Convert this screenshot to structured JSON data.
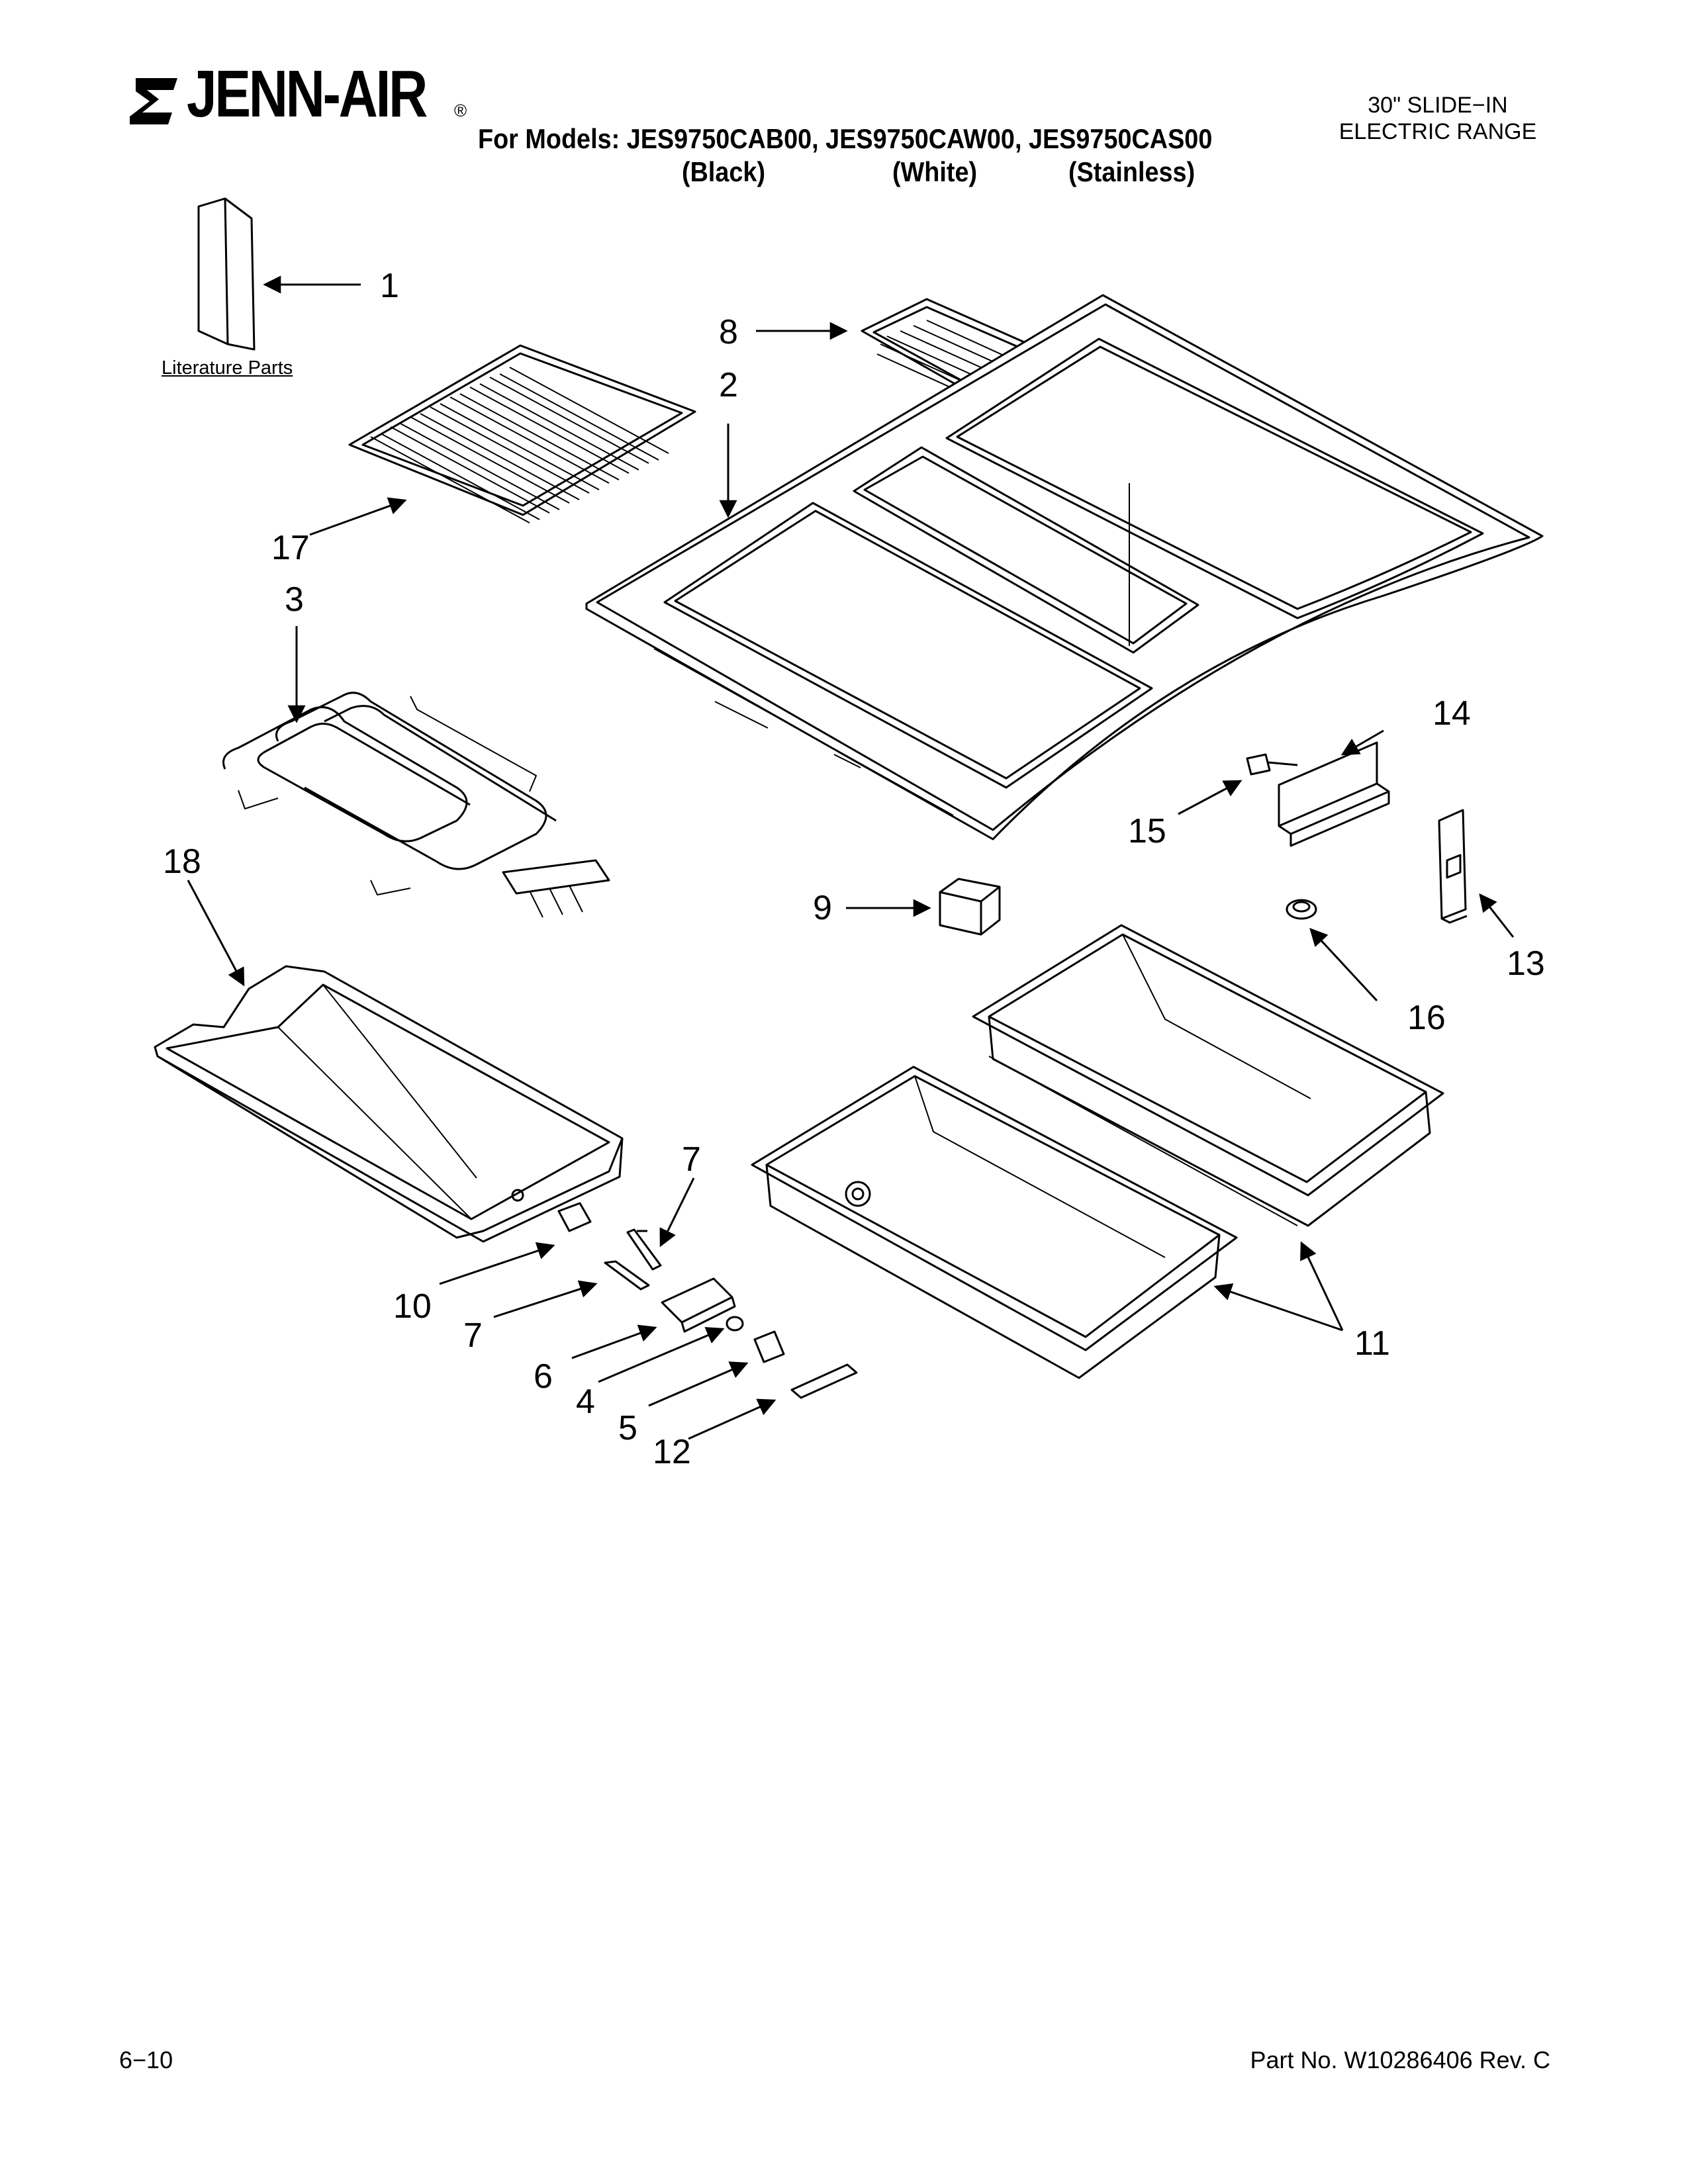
{
  "header": {
    "brand": "JENN-AIR",
    "brand_mark": "®",
    "models_line": "For Models: JES9750CAB00, JES9750CAW00, JES9750CAS00",
    "variants": [
      "(Black)",
      "(White)",
      "(Stainless)"
    ],
    "title_line1": "30\" SLIDE−IN",
    "title_line2": "ELECTRIC RANGE"
  },
  "diagram": {
    "literature_label": "Literature Parts",
    "callouts": [
      "1",
      "8",
      "2",
      "17",
      "3",
      "14",
      "15",
      "13",
      "18",
      "9",
      "16",
      "7",
      "7",
      "10",
      "6",
      "4",
      "5",
      "12",
      "11"
    ]
  },
  "footer": {
    "page": "6−10",
    "part_no": "Part No. W10286406 Rev. C"
  },
  "colors": {
    "ink": "#000000",
    "paper": "#ffffff"
  }
}
